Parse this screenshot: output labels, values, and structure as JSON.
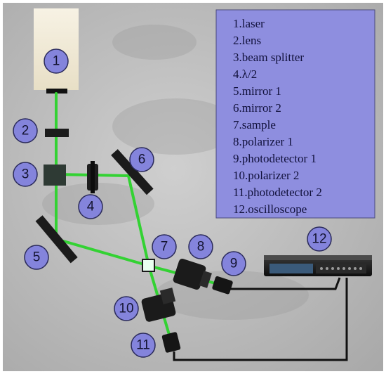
{
  "legend": {
    "items": [
      "1.laser",
      "2.lens",
      "3.beam splitter",
      "4.λ/2",
      "5.mirror 1",
      "6.mirror 2",
      "7.sample",
      "8.polarizer 1",
      "9.photodetector 1",
      "10.polarizer 2",
      "11.photodetector 2",
      "12.oscilloscope"
    ]
  },
  "labels": [
    "1",
    "2",
    "3",
    "4",
    "5",
    "6",
    "7",
    "8",
    "9",
    "10",
    "11",
    "12"
  ],
  "colors": {
    "background": "#bcbcbc",
    "beam": "#2ecc2e",
    "legend_fill": "#8c8ce0",
    "badge_fill": "#8484dc",
    "laser_body": "#f1ead8",
    "cable": "#111111"
  }
}
